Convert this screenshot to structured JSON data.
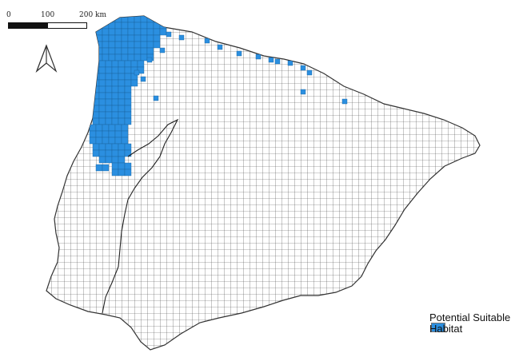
{
  "scale_bar": {
    "ticks": [
      "0",
      "100",
      "200 km"
    ]
  },
  "north_arrow": {
    "icon": "north-arrow-icon"
  },
  "legend": {
    "label": "Potential Suitable Habitat",
    "swatch_color": "#2b8fe0"
  },
  "map": {
    "habitat_color": "#2b8fe0",
    "grid_color": "#555555",
    "land_fill": "#ffffff"
  }
}
